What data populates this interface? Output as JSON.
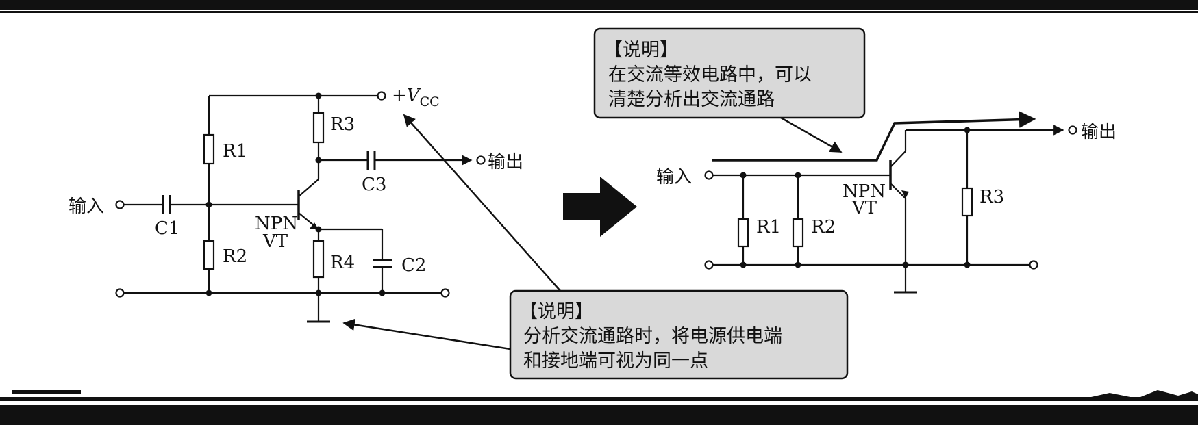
{
  "left_circuit": {
    "input_label": "输入",
    "output_label": "输出",
    "vcc_label": "+V",
    "vcc_sub": "CC",
    "components": {
      "r1": "R1",
      "r2": "R2",
      "r3": "R3",
      "r4": "R4",
      "c1": "C1",
      "c2": "C2",
      "c3": "C3"
    },
    "transistor_type": "NPN",
    "transistor_name": "VT"
  },
  "right_circuit": {
    "input_label": "输入",
    "output_label": "输出",
    "components": {
      "r1": "R1",
      "r2": "R2",
      "r3": "R3"
    },
    "transistor_type": "NPN",
    "transistor_name": "VT"
  },
  "note_top": {
    "heading": "【说明】",
    "lines": [
      "在交流等效电路中，可以",
      "清楚分析出交流通路"
    ]
  },
  "note_bottom": {
    "heading": "【说明】",
    "lines": [
      "分析交流通路时，将电源供电端",
      "和接地端可视为同一点"
    ]
  },
  "colors": {
    "ink": "#111111",
    "note_fill": "#d9d9d9",
    "background": "#ffffff"
  }
}
